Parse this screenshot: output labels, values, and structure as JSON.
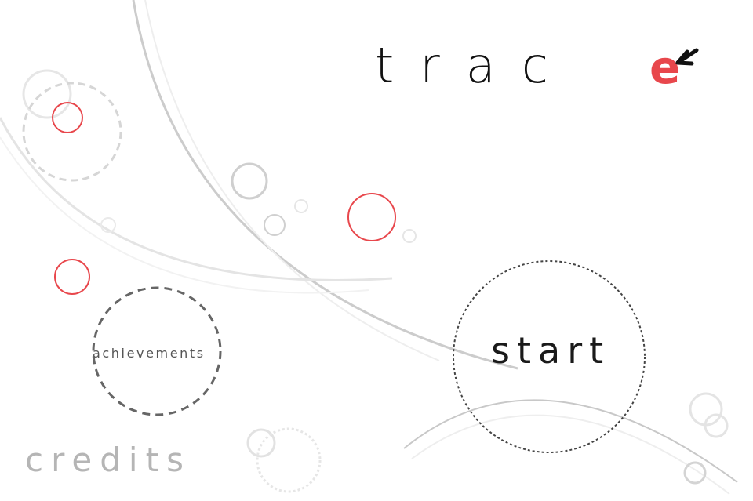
{
  "title": {
    "text": "trac",
    "logo_letter": "e"
  },
  "menu": {
    "start": "start",
    "achievements": "achievements",
    "credits": "credits"
  },
  "colors": {
    "accent_red": "#e8474c",
    "ink": "#111111",
    "light_gray": "#cfcfcf",
    "mid_gray": "#666666",
    "credits_gray": "#b5b5b5"
  },
  "icons": {
    "logo_mark": "red-dot-with-arrow-icon"
  }
}
